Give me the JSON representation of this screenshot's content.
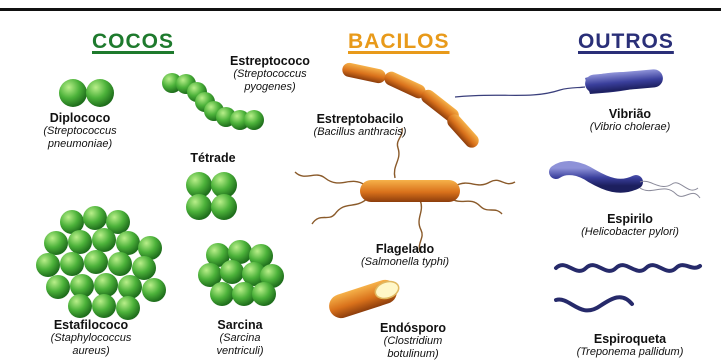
{
  "headings": {
    "cocos": "COCOS",
    "bacilos": "BACILOS",
    "outros": "OUTROS"
  },
  "colors": {
    "cocos": "#1e7a2d",
    "bacilos": "#e89a1a",
    "outros": "#2a2f78"
  },
  "labels": {
    "diplococo": {
      "name": "Diplococo",
      "species": "(Streptococcus\npneumoniae)"
    },
    "estreptococo": {
      "name": "Estreptococo",
      "species": "(Streptococcus\npyogenes)"
    },
    "tetrade": {
      "name": "Tétrade"
    },
    "estafilococo": {
      "name": "Estafilococo",
      "species": "(Staphylococcus\naureus)"
    },
    "sarcina": {
      "name": "Sarcina",
      "species": "(Sarcina\nventriculi)"
    },
    "estreptobacilo": {
      "name": "Estreptobacilo",
      "species": "(Bacillus anthracis)"
    },
    "flagelado": {
      "name": "Flagelado",
      "species": "(Salmonella typhi)"
    },
    "endosporo": {
      "name": "Endósporo",
      "species": "(Clostridium\nbotulinum)"
    },
    "vibriao": {
      "name": "Vibrião",
      "species": "(Vibrio cholerae)"
    },
    "espirilo": {
      "name": "Espirilo",
      "species": "(Helicobacter pylori)"
    },
    "espiroqueta": {
      "name": "Espiroqueta",
      "species": "(Treponema pallidum)"
    }
  }
}
